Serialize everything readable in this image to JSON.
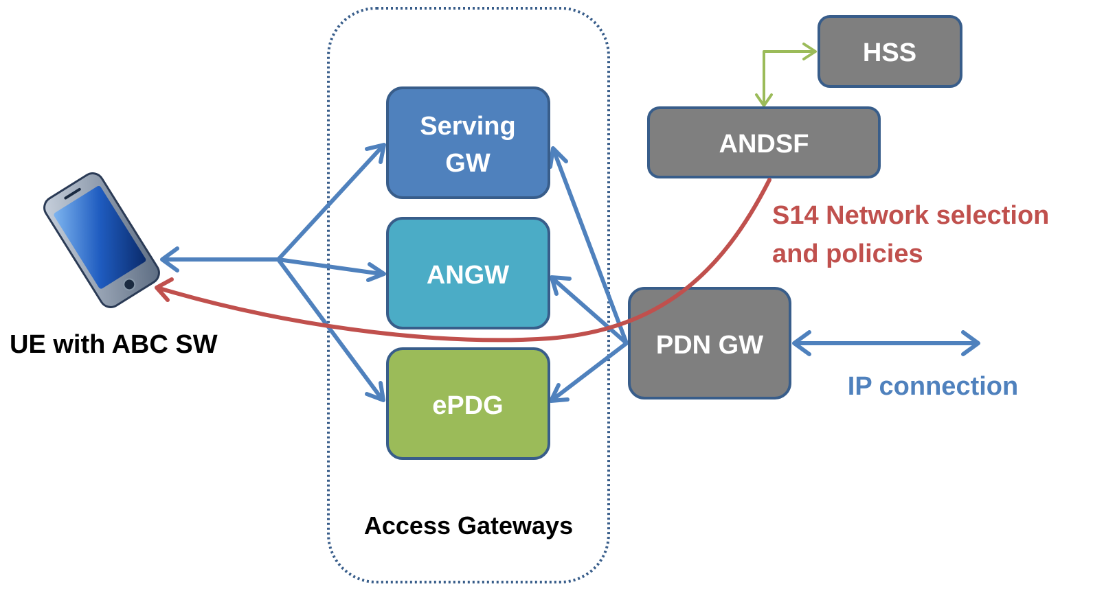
{
  "nodes": {
    "serving_gw": {
      "line1": "Serving",
      "line2": "GW",
      "color": "#4f81bd"
    },
    "angw": {
      "label": "ANGW",
      "color": "#4bacc6"
    },
    "epdg": {
      "label": "ePDG",
      "color": "#9bbb59"
    },
    "pdn_gw": {
      "label": "PDN GW",
      "color": "#7f7f7f"
    },
    "andsf": {
      "label": "ANDSF",
      "color": "#7f7f7f"
    },
    "hss": {
      "label": "HSS",
      "color": "#7f7f7f"
    }
  },
  "labels": {
    "ue": "UE with ABC SW",
    "access_gateways": "Access Gateways",
    "s14_line1": "S14 Network selection",
    "s14_line2": "and policies",
    "ip_connection": "IP connection"
  },
  "colors": {
    "arrow_blue": "#4f81bd",
    "arrow_red": "#c0504d",
    "arrow_green": "#9bbb59",
    "node_border": "#385d8a",
    "text_dark": "#000000"
  },
  "icons": [
    "smartphone-icon"
  ]
}
